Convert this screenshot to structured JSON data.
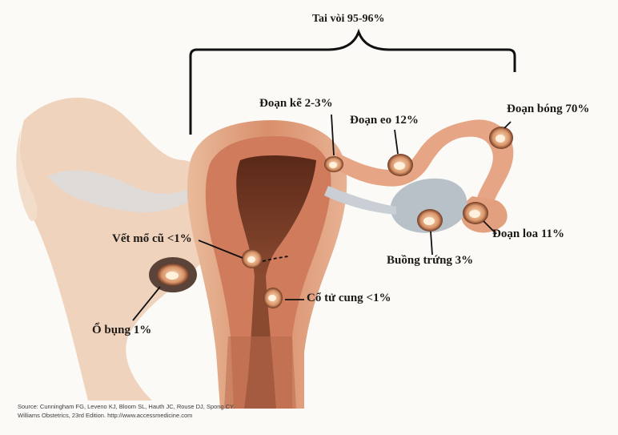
{
  "labels": {
    "tube_total": "Tai vòi 95-96%",
    "interstitial": "Đoạn kẽ 2-3%",
    "isthmus": "Đoạn eo 12%",
    "ampulla": "Đoạn bóng 70%",
    "fimbria": "Đoạn loa 11%",
    "ovary": "Buồng trứng 3%",
    "scar": "Vết mổ cũ <1%",
    "cervix": "Cổ tử cung <1%",
    "abdominal": "Ổ bụng 1%"
  },
  "source": {
    "line1": "Source: Cunningham FG, Leveno KJ, Bloom SL, Hauth JC, Rouse DJ, Spong CY.",
    "line2": "Williams Obstetrics, 23rd Edition. http://www.accessmedicine.com"
  },
  "colors": {
    "uterus_outer": "#e8b99a",
    "uterus_inner": "#c9765a",
    "cavity": "#7a3b26",
    "ovary": "#b9c2c9",
    "tube": "#e7a98a",
    "line": "#111111"
  }
}
